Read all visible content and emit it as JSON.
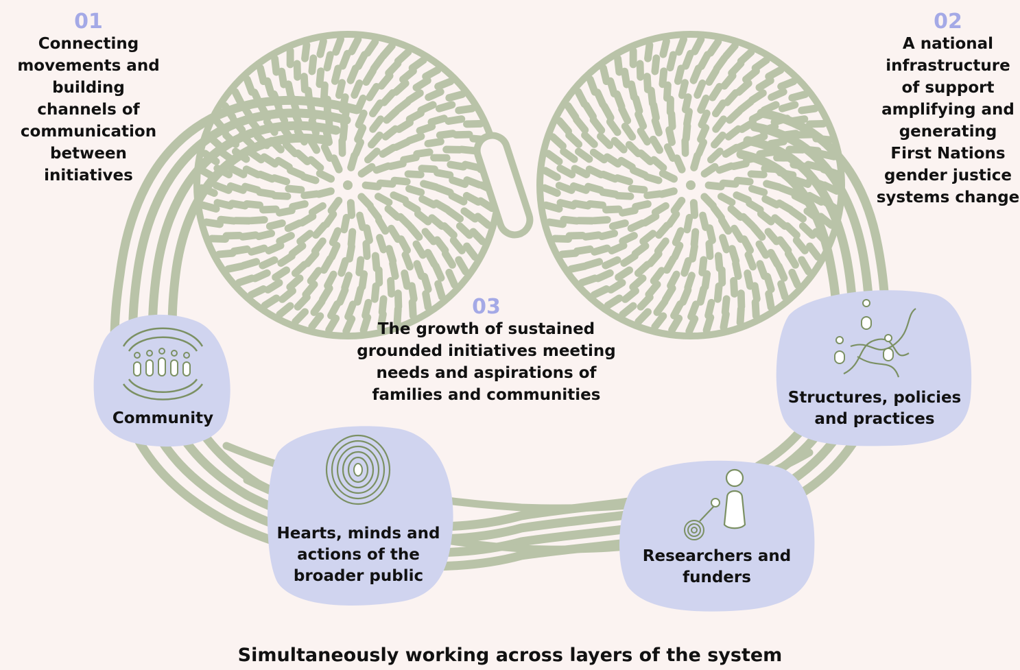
{
  "colors": {
    "background": "#fbf3f1",
    "sage": "#b9c3a8",
    "blob": "#d0d4ef",
    "number_accent": "#a4a9e6",
    "icon_stroke": "#7b9063"
  },
  "outcomes": [
    {
      "number": "01",
      "text": "Connecting movements and building channels of communication between initiatives"
    },
    {
      "number": "02",
      "text": "A national infrastructure of support amplifying and generating First Nations gender justice systems change"
    },
    {
      "number": "03",
      "text": "The growth of sustained grounded initiatives meeting needs and aspirations of families and communities"
    }
  ],
  "layers": [
    {
      "label": "Community",
      "icon": "community-icon"
    },
    {
      "label": "Hearts, minds and actions of the broader public",
      "icon": "concentric-circles-icon"
    },
    {
      "label": "Researchers and funders",
      "icon": "researcher-icon"
    },
    {
      "label": "Structures, policies and practices",
      "icon": "pathways-people-icon"
    }
  ],
  "footer": "Simultaneously working across layers of the system"
}
